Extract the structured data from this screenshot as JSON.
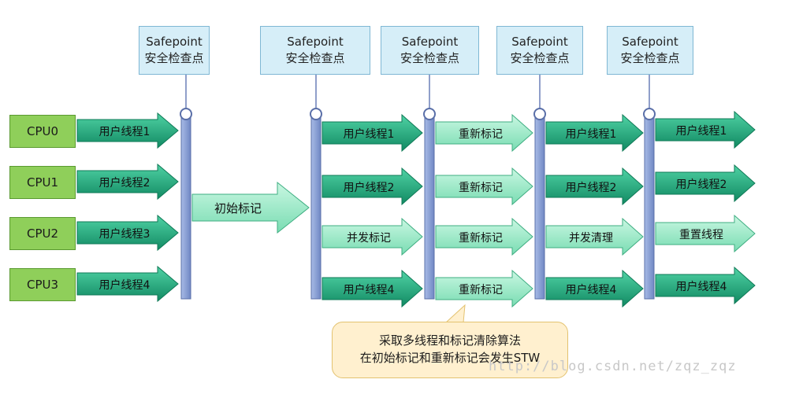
{
  "safepoints": [
    {
      "title": "Safepoint",
      "subtitle": "安全检查点"
    },
    {
      "title": "Safepoint",
      "subtitle": "安全检查点"
    },
    {
      "title": "Safepoint",
      "subtitle": "安全检查点"
    },
    {
      "title": "Safepoint",
      "subtitle": "安全检查点"
    },
    {
      "title": "Safepoint",
      "subtitle": "安全检查点"
    }
  ],
  "cpus": [
    "CPU0",
    "CPU1",
    "CPU2",
    "CPU3"
  ],
  "phase1": [
    "用户线程1",
    "用户线程2",
    "用户线程3",
    "用户线程4"
  ],
  "initial_mark": "初始标记",
  "phase2": [
    "用户线程1",
    "用户线程2",
    "并发标记",
    "用户线程4"
  ],
  "phase3": [
    "重新标记",
    "重新标记",
    "重新标记",
    "重新标记"
  ],
  "phase4": [
    "用户线程1",
    "用户线程2",
    "并发清理",
    "用户线程4"
  ],
  "phase5": [
    "用户线程1",
    "用户线程2",
    "重置线程",
    "用户线程4"
  ],
  "note": {
    "line1": "采取多线程和标记清除算法",
    "line2": "在初始标记和重新标记会发生STW"
  },
  "watermark": "http://blog.csdn.net/zqz_zqz",
  "colors": {
    "dark_arrow": "#1ea37a",
    "light_arrow": "#9cebc9",
    "bar": "#8fa6d8",
    "cpu": "#8fcf5a",
    "safepoint_box": "#d6eef8",
    "callout": "#fff0cf"
  }
}
